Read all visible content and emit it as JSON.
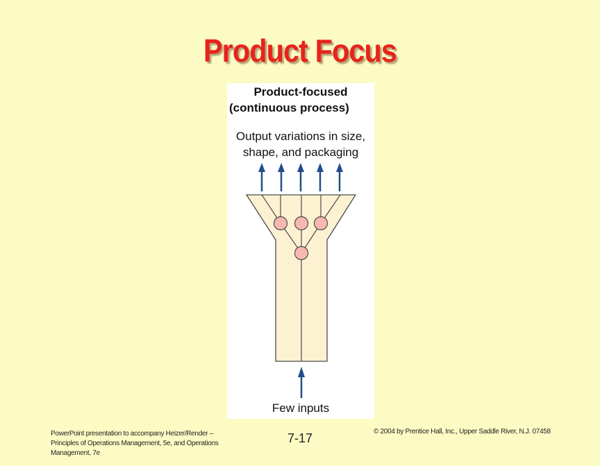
{
  "slide": {
    "title": "Product Focus",
    "page_number": "7-17"
  },
  "figure": {
    "heading_line1": "Product-focused",
    "heading_line2": "(continuous process)",
    "output_line1": "Output variations in size,",
    "output_line2": "shape, and packaging",
    "inputs_label": "Few inputs"
  },
  "footer": {
    "left_text": "PowerPoint presentation to accompany Heizer/Render – Principles of Operations Management, 5e, and Operations Management, 7e",
    "right_text": "© 2004 by Prentice Hall, Inc., Upper Saddle River, N.J. 07458"
  },
  "colors": {
    "background": "#fdfbc4",
    "title": "#e8231c",
    "funnel_fill": "#fcf2d2",
    "node_fill": "#f7b8b0",
    "arrow": "#1f4e8c"
  }
}
